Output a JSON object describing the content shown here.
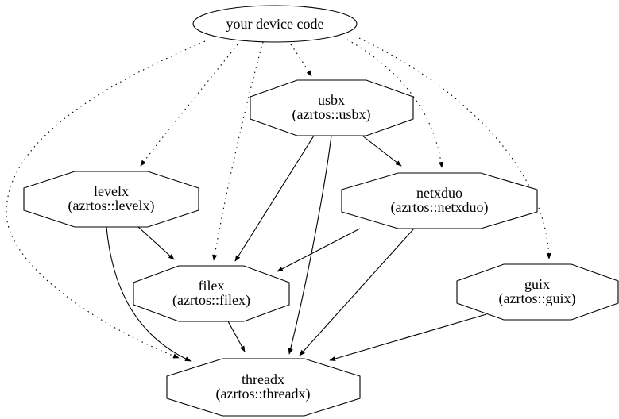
{
  "diagram": {
    "type": "dependency-graph",
    "background_color": "#ffffff",
    "stroke_color": "#000000",
    "nodes": [
      {
        "id": "device",
        "label": "your device code",
        "sublabel": "",
        "shape": "ellipse"
      },
      {
        "id": "usbx",
        "label": "usbx",
        "sublabel": "(azrtos::usbx)",
        "shape": "octagon"
      },
      {
        "id": "levelx",
        "label": "levelx",
        "sublabel": "(azrtos::levelx)",
        "shape": "octagon"
      },
      {
        "id": "netxduo",
        "label": "netxduo",
        "sublabel": "(azrtos::netxduo)",
        "shape": "octagon"
      },
      {
        "id": "filex",
        "label": "filex",
        "sublabel": "(azrtos::filex)",
        "shape": "octagon"
      },
      {
        "id": "guix",
        "label": "guix",
        "sublabel": "(azrtos::guix)",
        "shape": "octagon"
      },
      {
        "id": "threadx",
        "label": "threadx",
        "sublabel": "(azrtos::threadx)",
        "shape": "octagon"
      }
    ],
    "edges": [
      {
        "from": "device",
        "to": "usbx",
        "style": "dotted"
      },
      {
        "from": "device",
        "to": "levelx",
        "style": "dotted"
      },
      {
        "from": "device",
        "to": "netxduo",
        "style": "dotted"
      },
      {
        "from": "device",
        "to": "filex",
        "style": "dotted"
      },
      {
        "from": "device",
        "to": "guix",
        "style": "dotted"
      },
      {
        "from": "device",
        "to": "threadx",
        "style": "dotted"
      },
      {
        "from": "usbx",
        "to": "netxduo",
        "style": "solid"
      },
      {
        "from": "usbx",
        "to": "filex",
        "style": "solid"
      },
      {
        "from": "usbx",
        "to": "threadx",
        "style": "solid"
      },
      {
        "from": "netxduo",
        "to": "filex",
        "style": "solid"
      },
      {
        "from": "netxduo",
        "to": "threadx",
        "style": "solid"
      },
      {
        "from": "levelx",
        "to": "filex",
        "style": "solid"
      },
      {
        "from": "levelx",
        "to": "threadx",
        "style": "solid"
      },
      {
        "from": "filex",
        "to": "threadx",
        "style": "solid"
      },
      {
        "from": "guix",
        "to": "threadx",
        "style": "solid"
      }
    ]
  }
}
